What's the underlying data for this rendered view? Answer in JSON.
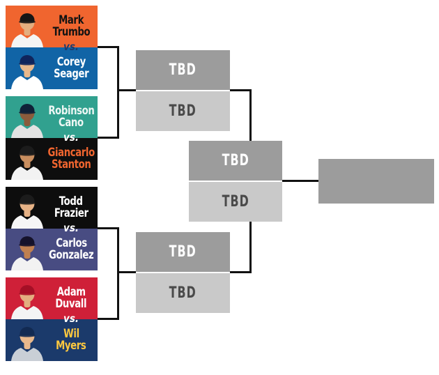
{
  "round1": [
    {
      "top": {
        "first": "Mark",
        "last": "Trumbo",
        "bg": "#F0652F",
        "text": "#131313",
        "cap": "#161616",
        "jersey": "#F4F4F4",
        "skin": "#E3AE80"
      },
      "vs": {
        "label": "vs.",
        "color": "#1C3C6F"
      },
      "bottom": {
        "first": "Corey",
        "last": "Seager",
        "bg": "#1164A6",
        "text": "#FFFFFF",
        "cap": "#10255C",
        "jersey": "#FFFFFF",
        "skin": "#E8B88C"
      }
    },
    {
      "top": {
        "first": "Robinson",
        "last": "Cano",
        "bg": "#31A18F",
        "text": "#EDF7F4",
        "cap": "#0F2138",
        "jersey": "#E2E2E2",
        "skin": "#8A5B3C"
      },
      "vs": {
        "label": "vs.",
        "color": "#FFFFFF"
      },
      "bottom": {
        "first": "Giancarlo",
        "last": "Stanton",
        "bg": "#0E0E0E",
        "text": "#F0652F",
        "cap": "#1C1C1C",
        "jersey": "#F2F2F2",
        "skin": "#C98E5F"
      }
    },
    {
      "top": {
        "first": "Todd",
        "last": "Frazier",
        "bg": "#0D0D0D",
        "text": "#FFFFFF",
        "cap": "#1C1C1C",
        "jersey": "#F6F6F6",
        "skin": "#E6B286"
      },
      "vs": {
        "label": "vs.",
        "color": "#FFFFFF"
      },
      "bottom": {
        "first": "Carlos",
        "last": "Gonzalez",
        "bg": "#484C82",
        "text": "#FFFFFF",
        "cap": "#15122A",
        "jersey": "#F2F2F2",
        "skin": "#C08050"
      }
    },
    {
      "top": {
        "first": "Adam",
        "last": "Duvall",
        "bg": "#CF2038",
        "text": "#FFFFFF",
        "cap": "#A50F26",
        "jersey": "#F4F4F4",
        "skin": "#E3AE80"
      },
      "vs": {
        "label": "vs.",
        "color": "#FFFFFF"
      },
      "bottom": {
        "first": "Wil",
        "last": "Myers",
        "bg": "#1B3A6B",
        "text": "#FFC93F",
        "cap": "#122A52",
        "jersey": "#C9CFD6",
        "skin": "#E8B88C"
      }
    }
  ],
  "semifinals": [
    {
      "top_label": "TBD",
      "bottom_label": "TBD"
    },
    {
      "top_label": "TBD",
      "bottom_label": "TBD"
    }
  ],
  "final": {
    "top_label": "TBD",
    "bottom_label": "TBD"
  },
  "colors": {
    "slot_dark_bg": "#9C9C9C",
    "slot_dark_text": "#FFFFFF",
    "slot_light_bg": "#C9C9C9",
    "slot_light_text": "#4A4A4A",
    "champion_bg": "#9C9C9C",
    "line": "#111111"
  }
}
